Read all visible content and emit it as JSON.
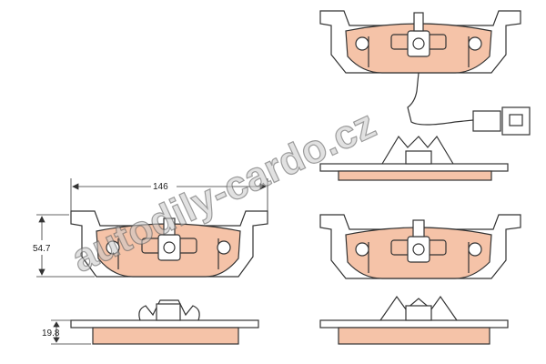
{
  "dimensions": {
    "width_label": "146",
    "height_label": "54.7",
    "thickness_label": "19.8"
  },
  "watermark": {
    "text": "autodily-cardo.cz"
  },
  "colors": {
    "pad_fill": "#f5c3a8",
    "outline": "#333333",
    "background": "#ffffff"
  }
}
